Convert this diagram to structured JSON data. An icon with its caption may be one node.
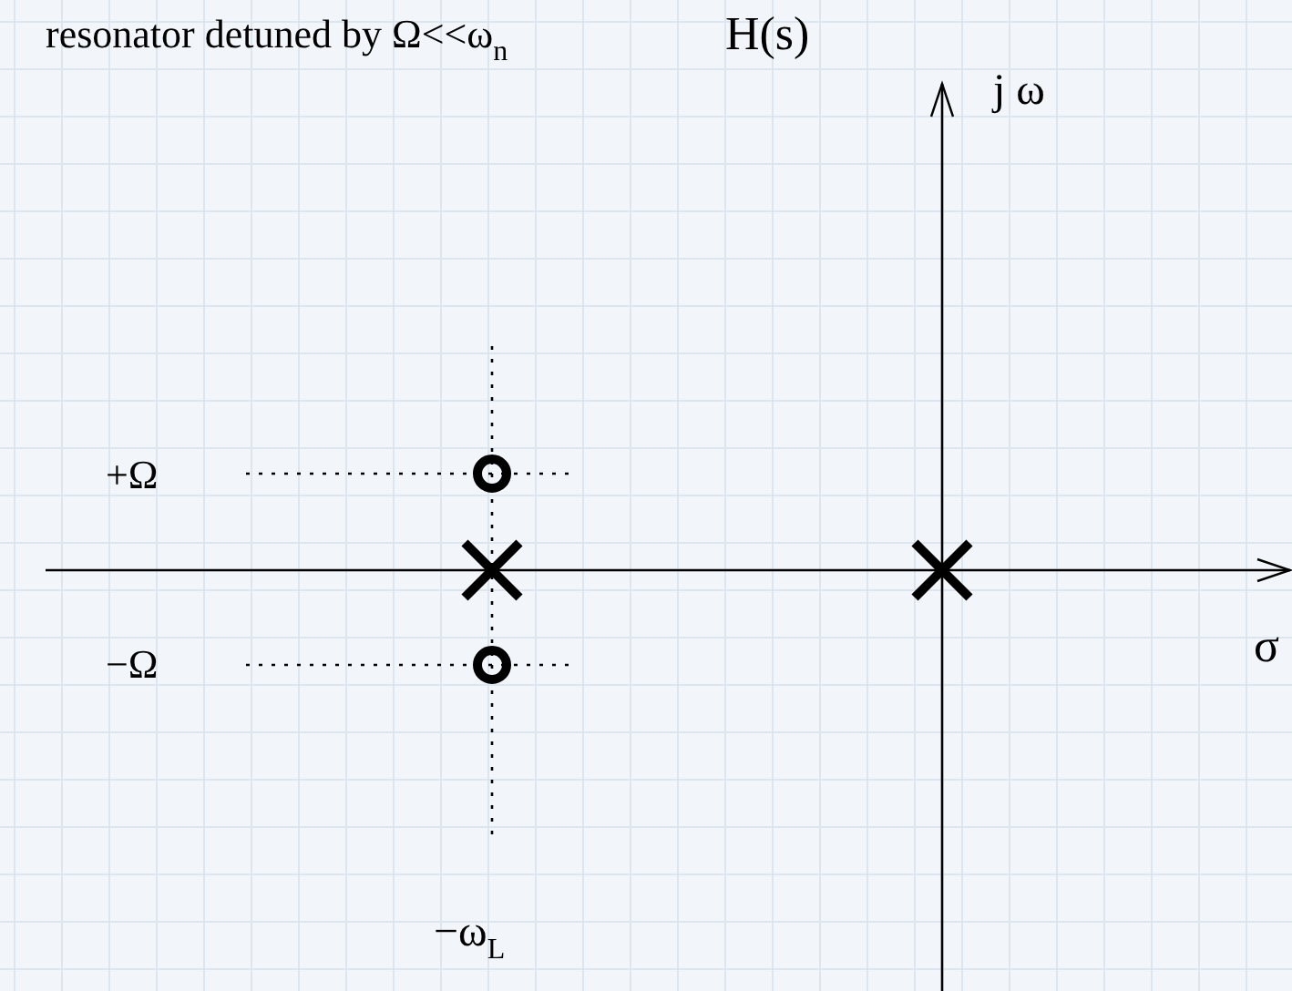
{
  "diagram": {
    "title": "H(s)",
    "labels": [
      "resonator detuned by  Ω<<ω$_{n}$",
      "j ω",
      "+Ω",
      "−Ω",
      "σ",
      "−ω$_{L}$"
    ]
  }
}
